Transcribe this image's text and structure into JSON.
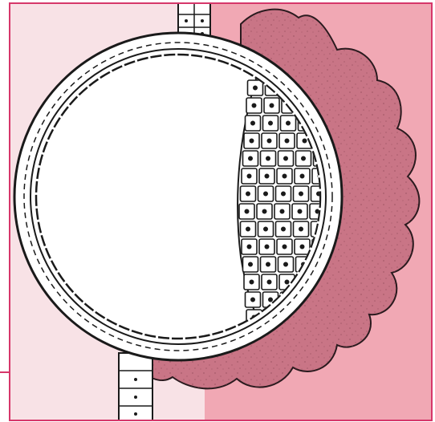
{
  "figure": {
    "description_labels": [],
    "colors": {
      "frame_border": "#d6376a",
      "background_light": "#f8e2e6",
      "background_pink": "#f1a8b4",
      "tissue_dark": "#c97586",
      "line": "#1a1a1a",
      "cell_fill": "#ffffff"
    },
    "icons": [
      "blastocyst-illustration",
      "endometrium-tissue",
      "epithelial-cell-column"
    ]
  }
}
